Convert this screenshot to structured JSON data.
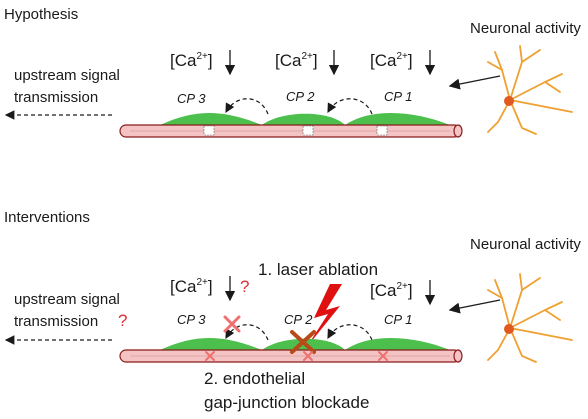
{
  "hypothesis": {
    "heading": "Hypothesis",
    "neuronal_activity": "Neuronal activity",
    "upstream_line1": "upstream signal",
    "upstream_line2": "transmission",
    "ca_labels": [
      "[Ca",
      "[Ca",
      "[Ca"
    ],
    "ca_sup": "2+",
    "ca_close": "]",
    "capillaries": [
      "CP 3",
      "CP 2",
      "CP 1"
    ]
  },
  "interventions": {
    "heading": "Interventions",
    "neuronal_activity": "Neuronal activity",
    "upstream_line1": "upstream signal",
    "upstream_line2": "transmission",
    "upstream_q": "?",
    "ca_q": "?",
    "ca_labels": [
      "[Ca",
      "[Ca"
    ],
    "ca_sup": "2+",
    "ca_close": "]",
    "capillaries": [
      "CP 3",
      "CP 2",
      "CP 1"
    ],
    "laser": "1. laser ablation",
    "blockade_line1": "2. endothelial",
    "blockade_line2": "gap-junction blockade"
  },
  "colors": {
    "vessel_fill": "#f4c4c4",
    "vessel_stroke": "#8a1a1a",
    "pericyte": "#4cbf4c",
    "neuron": "#f0a030",
    "neuron_soma": "#e05a20",
    "cross_light": "#f07070",
    "cross_dark": "#b84a1a",
    "bolt": "#e01010"
  }
}
